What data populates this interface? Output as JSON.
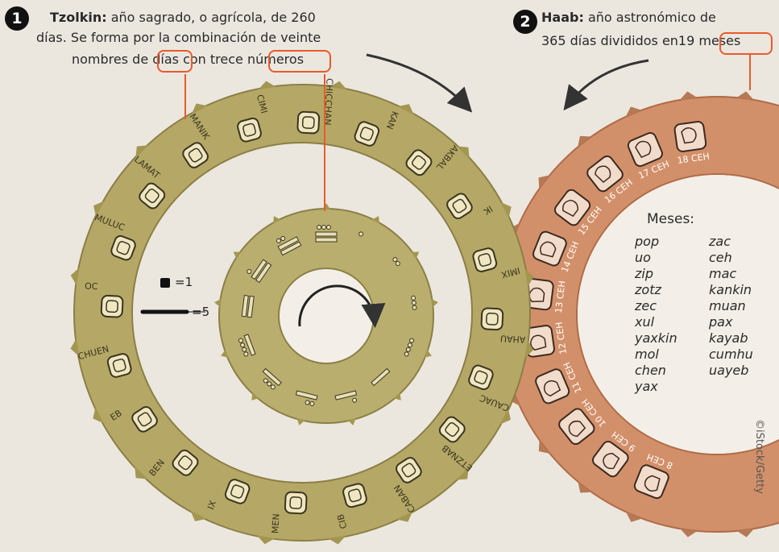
{
  "tzolkin": {
    "number": "1",
    "title": "Tzolkin:",
    "line1": "año sagrado, o agrícola, de 260",
    "line2": "días. Se forma por la combinación de veinte",
    "line3_a": "nombres de ",
    "line3_b": "días",
    "line3_c": " con trece ",
    "line3_d": "números",
    "days": [
      "CHICCHAN",
      "KAN",
      "AKBAL",
      "IK",
      "IMIX",
      "AHAU",
      "CAUAC",
      "ETZNAB",
      "CABAN",
      "CIB",
      "MEN",
      "IX",
      "BEN",
      "EB",
      "CHUEN",
      "OC",
      "MULUC",
      "LAMAT",
      "MANIK",
      "CIMI"
    ]
  },
  "haab": {
    "number": "2",
    "title": "Haab:",
    "line1": "año astronómico de",
    "line2_a": "365 días divididos en19 ",
    "line2_b": "meses",
    "ring_labels": [
      "18 CEH",
      "17 CEH",
      "16 CEH",
      "15 CEH",
      "14 CEH",
      "13 CEH",
      "12 CEH",
      "11 CEH",
      "10 CEH",
      "9 CEH",
      "8 CEH"
    ]
  },
  "legend": {
    "dot_value": "=1",
    "bar_value": "=5"
  },
  "meses": {
    "title": "Meses:",
    "col1": [
      "pop",
      "uo",
      "zip",
      "zotz",
      "zec",
      "xul",
      "yaxkin",
      "mol",
      "chen",
      "yax"
    ],
    "col2": [
      "zac",
      "ceh",
      "mac",
      "kankin",
      "muan",
      "pax",
      "kayab",
      "cumhu",
      "uayeb"
    ]
  },
  "side_text": "©iStock/Getty",
  "colors": {
    "tzolkin_ring": "#b5a866",
    "haab_ring": "#d2906a",
    "highlight": "#ea5a2c",
    "arrow": "#333333"
  }
}
